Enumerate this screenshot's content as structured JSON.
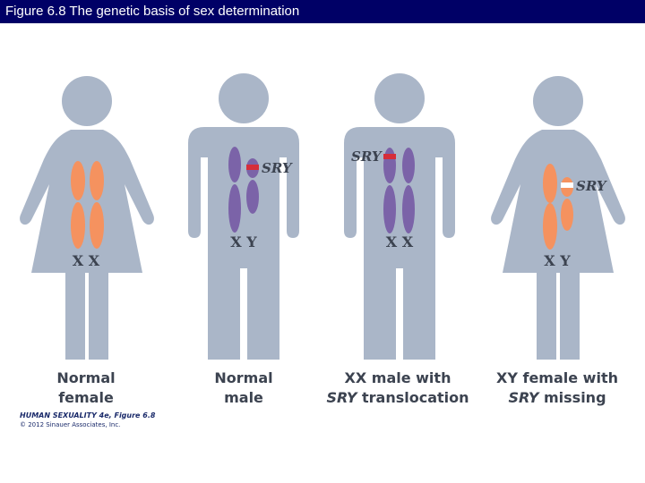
{
  "title": "Figure 6.8  The genetic basis of sex determination",
  "panels": [
    {
      "figure": "female-figure",
      "chromosome_labels": "X X",
      "sry_label": "",
      "caption_line1": "Normal",
      "caption_line2": "female"
    },
    {
      "figure": "male-figure",
      "chromosome_labels": "X Y",
      "sry_label": "SRY",
      "caption_line1": "Normal",
      "caption_line2": "male"
    },
    {
      "figure": "male-figure",
      "chromosome_labels": "X X",
      "sry_label": "SRY",
      "caption_line1": "XX male with",
      "caption_line2_em": "SRY",
      "caption_line2": " translocation"
    },
    {
      "figure": "female-figure",
      "chromosome_labels": "X Y",
      "sry_label": "SRY",
      "caption_line1": "XY female with",
      "caption_line2_em": "SRY",
      "caption_line2": " missing"
    }
  ],
  "credit": {
    "line1": "HUMAN SEXUALITY 4e, Figure 6.8",
    "line2": "© 2012 Sinauer Associates, Inc."
  },
  "colors": {
    "silhouette": "#aab6c8",
    "female_chromosome": "#f5925f",
    "male_chromosome": "#7b63a8",
    "sry_band": "#d62d3a",
    "sry_missing": "#ffffff",
    "title_bar": "#000066"
  }
}
